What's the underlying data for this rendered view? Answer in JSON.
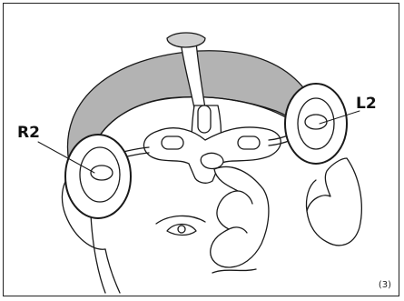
{
  "figure": {
    "number": "(3)",
    "callouts": [
      {
        "id": "R2",
        "label": "R2"
      },
      {
        "id": "L2",
        "label": "L2"
      }
    ]
  },
  "colors": {
    "hair": "#b3b3b3",
    "line": "#1a1a1a",
    "band": "#ffffff",
    "background": "#ffffff"
  }
}
